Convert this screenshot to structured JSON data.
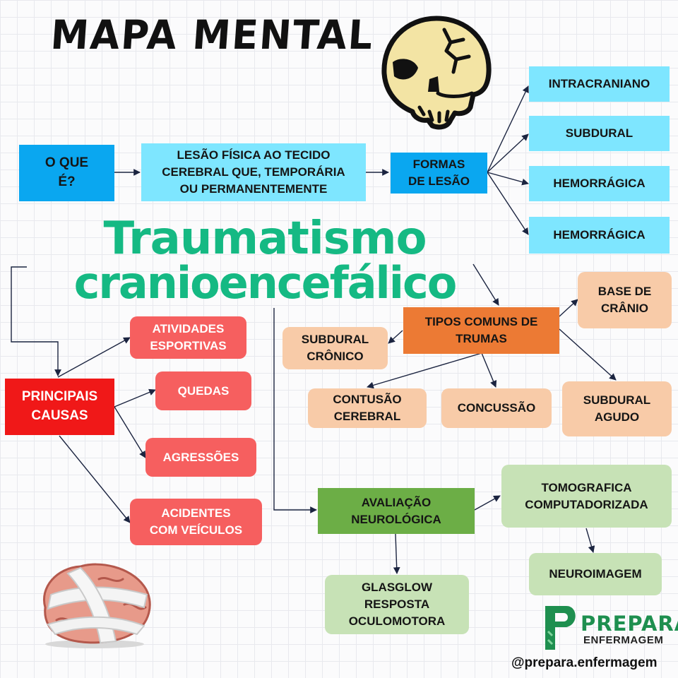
{
  "header": {
    "title": "MAPA MENTAL"
  },
  "main_title": {
    "line1": "Traumatismo",
    "line2": "cranioencefálico"
  },
  "nodes": {
    "o_que_e": "O QUE\nÉ?",
    "definicao": "LESÃO FÍSICA AO TECIDO\nCEREBRAL QUE, TEMPORÁRIA\nOU PERMANENTEMENTE",
    "formas_lesao": "FORMAS\nDE LESÃO",
    "forma_1": "INTRACRANIANO",
    "forma_2": "SUBDURAL",
    "forma_3": "HEMORRÁGICA",
    "forma_4": "HEMORRÁGICA",
    "principais_causas": "PRINCIPAIS\nCAUSAS",
    "causa_1": "ATIVIDADES\nESPORTIVAS",
    "causa_2": "QUEDAS",
    "causa_3": "AGRESSÕES",
    "causa_4": "ACIDENTES\nCOM VEÍCULOS",
    "tipos_comuns": "TIPOS COMUNS  DE\nTRUMAS",
    "tipo_1": "BASE DE\nCRÂNIO",
    "tipo_2": "SUBDURAL\nCRÔNICO",
    "tipo_3": "CONTUSÃO\nCEREBRAL",
    "tipo_4": "CONCUSSÃO",
    "tipo_5": "SUBDURAL\nAGUDO",
    "avaliacao": "AVALIAÇÃO\nNEUROLÓGICA",
    "aval_1": "TOMOGRAFICA\nCOMPUTADORIZADA",
    "aval_2": "NEUROIMAGEM",
    "aval_3": "GLASGLOW\nRESPOSTA\nOCULOMOTORA"
  },
  "brand": {
    "name_top": "PREPARA",
    "name_bottom": "ENFERMAGEM",
    "handle": "@prepara.enfermagem"
  },
  "illustrations": {
    "skull": "cracked-skull-icon",
    "brain": "bandaged-brain-icon"
  },
  "colors": {
    "blue_dark": "#0aa7f0",
    "blue_light": "#7ee6ff",
    "red_dark": "#f01818",
    "red_light": "#f65f5f",
    "orange_dark": "#ec7a34",
    "peach": "#f8cba8",
    "green_dark": "#6cae46",
    "green_light": "#c7e2b6",
    "title_green": "#15b983"
  }
}
